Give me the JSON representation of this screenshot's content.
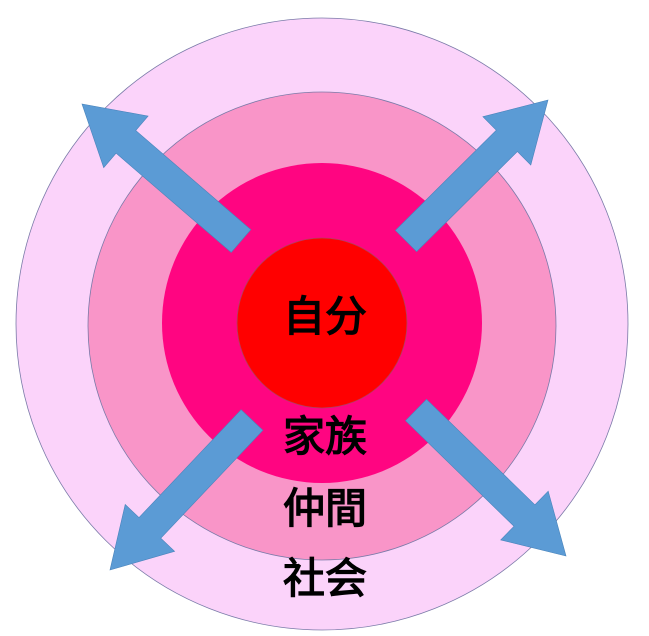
{
  "labels": {
    "self": "自分",
    "family": "家族",
    "friends": "仲間",
    "society": "社会"
  },
  "colors": {
    "society": "#fbd3fa",
    "friends": "#f995c8",
    "family": "#ff0581",
    "self": "#ff0000",
    "arrow": "#5b9bd5"
  },
  "arrows": [
    "up-left",
    "up-right",
    "down-left",
    "down-right"
  ]
}
